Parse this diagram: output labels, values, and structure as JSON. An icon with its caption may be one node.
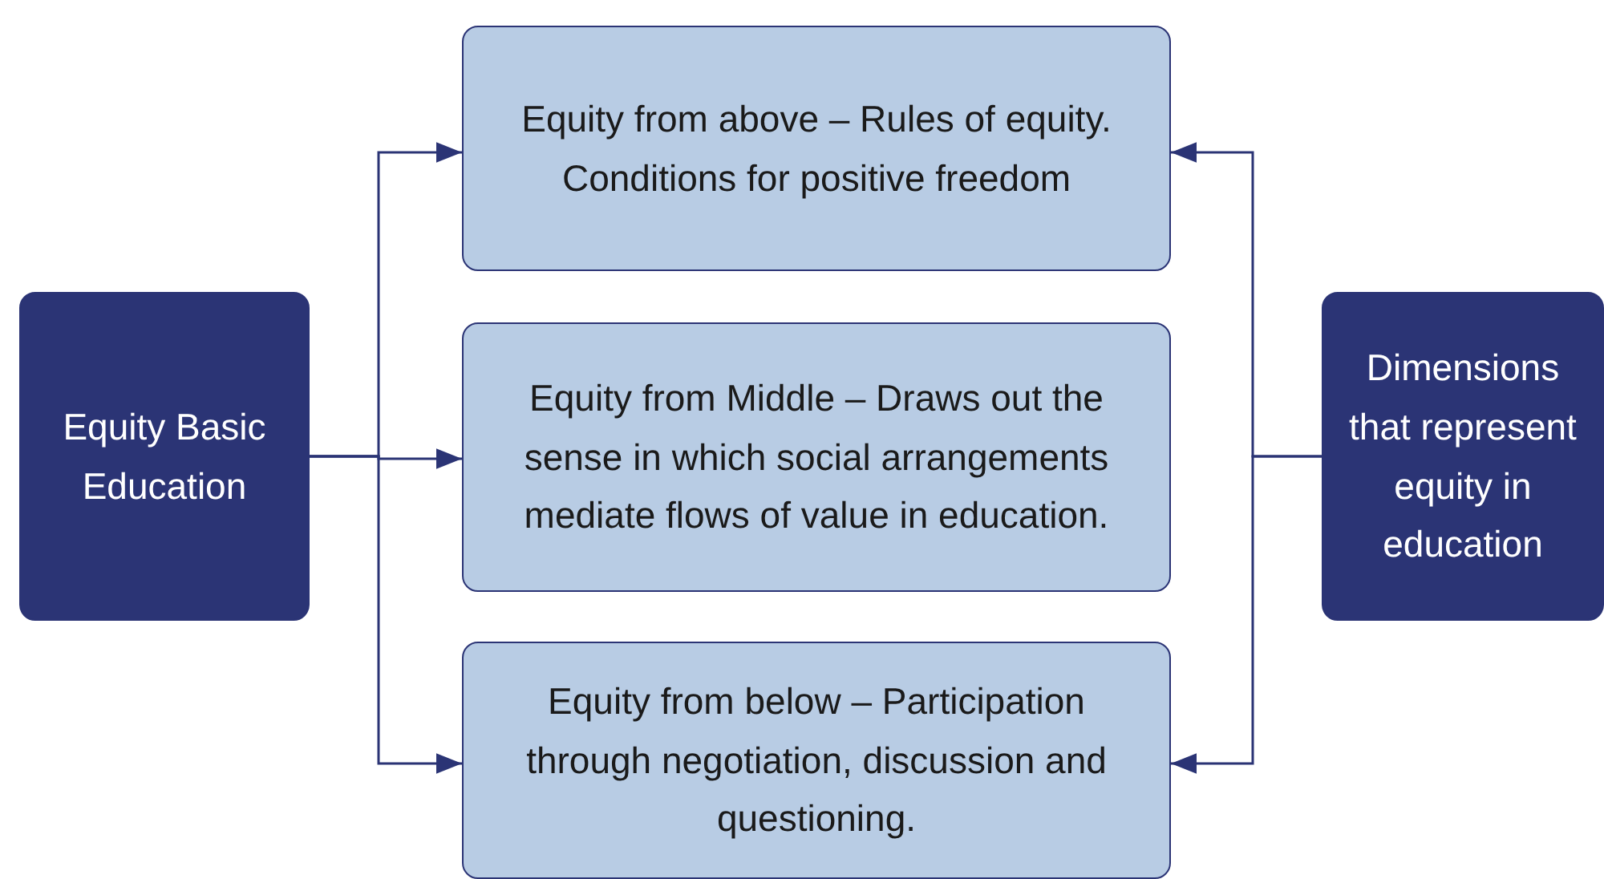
{
  "diagram": {
    "nodes": [
      {
        "text": [
          "Equity Basic Education"
        ]
      },
      {
        "text": [
          "Equity from above – Rules of equity. Conditions for positive freedom"
        ]
      },
      {
        "text": [
          "Equity from Middle – Draws out the sense in which social arrangements mediate flows of value in education."
        ]
      },
      {
        "text": [
          "Equity from below – Participation through negotiation, discussion and questioning."
        ]
      },
      {
        "text": [
          "Dimensions that represent equity in education"
        ]
      }
    ],
    "edges": [
      {
        "from": 0,
        "to": 1,
        "arrow": "to"
      },
      {
        "from": 0,
        "to": 2,
        "arrow": "to"
      },
      {
        "from": 0,
        "to": 3,
        "arrow": "to"
      },
      {
        "from": 4,
        "to": 1,
        "arrow": "to"
      },
      {
        "from": 4,
        "to": 3,
        "arrow": "to"
      }
    ]
  }
}
